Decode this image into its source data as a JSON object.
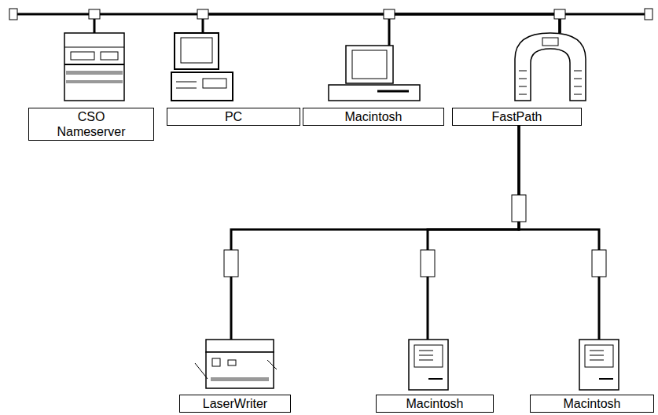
{
  "diagram": {
    "nodes": [
      {
        "text": [
          "CSO Nameserver"
        ]
      },
      {
        "text": [
          "PC"
        ]
      },
      {
        "text": [
          "Macintosh"
        ]
      },
      {
        "text": [
          "FastPath"
        ]
      },
      {
        "text": [
          "LaserWriter"
        ]
      },
      {
        "text": [
          "Macintosh"
        ]
      },
      {
        "text": [
          "Macintosh"
        ]
      }
    ],
    "edges": [
      {
        "from": 3,
        "to": 0,
        "arrow": "none"
      },
      {
        "from": 3,
        "to": 1,
        "arrow": "none"
      },
      {
        "from": 3,
        "to": 2,
        "arrow": "none"
      },
      {
        "from": 3,
        "to": 4,
        "arrow": "none"
      },
      {
        "from": 3,
        "to": 5,
        "arrow": "none"
      },
      {
        "from": 3,
        "to": 6,
        "arrow": "none"
      }
    ]
  }
}
